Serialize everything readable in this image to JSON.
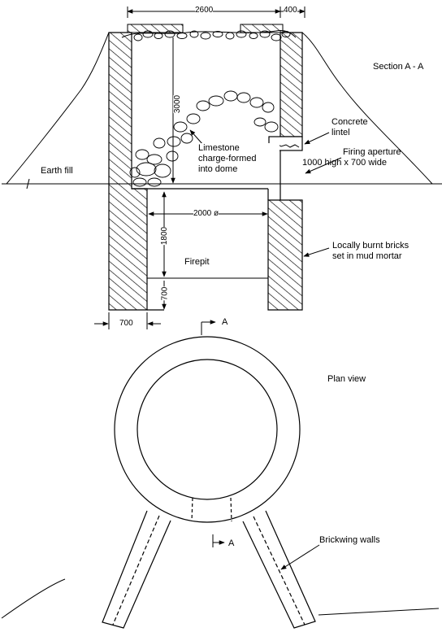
{
  "section": {
    "title": "Section A - A",
    "labels": {
      "concrete_lintel": [
        "Concrete",
        "lintel"
      ],
      "firing_aperture": [
        "Firing aperture",
        "1000 high x 700 wide"
      ],
      "limestone": [
        "Limestone",
        "charge-formed",
        "into dome"
      ],
      "earth_fill": "Earth fill",
      "firepit": "Firepit",
      "bricks": [
        "Locally burnt bricks",
        "set in mud mortar"
      ]
    },
    "dimensions": {
      "top_inner": "2600",
      "top_wall": "400",
      "height": "3000",
      "diameter": "2000 ø",
      "firepit_height": "1800",
      "base_height": "700",
      "wall_base": "700"
    },
    "section_marker": "A"
  },
  "plan": {
    "title": "Plan view",
    "brickwing": "Brickwing walls",
    "section_marker": "A"
  },
  "colors": {
    "ink": "#000000",
    "paper": "#ffffff"
  }
}
